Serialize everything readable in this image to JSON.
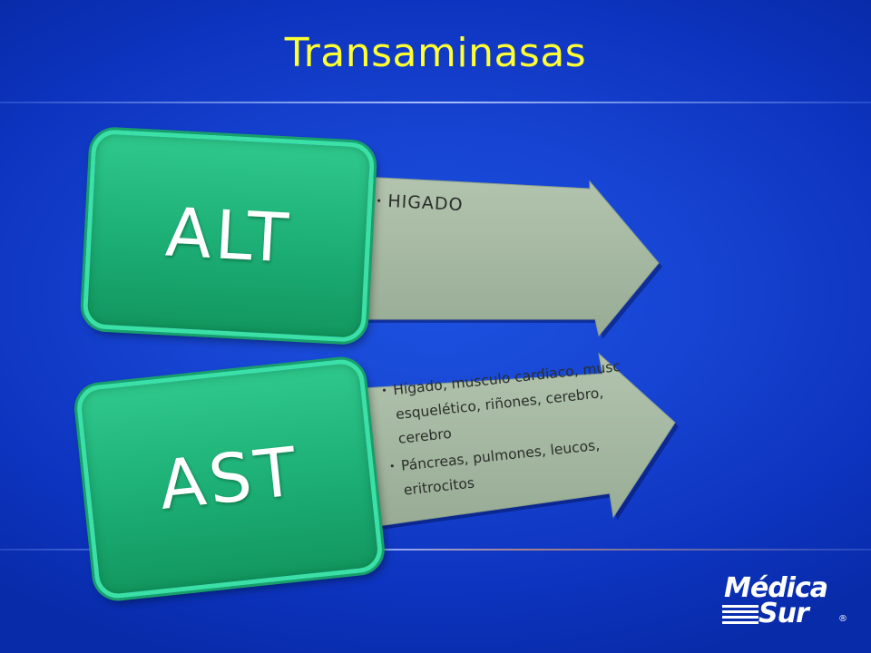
{
  "slide": {
    "title": "Transaminasas",
    "colors": {
      "background": "#1744d2",
      "title": "#ffff33",
      "box_fill": "#1cae75",
      "box_border": "#3be0a6",
      "arrow_fill": "#a3b6a0"
    }
  },
  "alt": {
    "label": "ALT",
    "bullets": [
      "HIGADO"
    ]
  },
  "ast": {
    "label": "AST",
    "bullets": [
      "Hígado, musculo cardiaco, musc esquelético, riñones, cerebro, cerebro",
      "Páncreas, pulmones, leucos, eritrocitos"
    ]
  },
  "logo": {
    "line1": "Médica",
    "line2": "Sur",
    "mark": "®",
    "icon": "medica-sur-logo"
  }
}
